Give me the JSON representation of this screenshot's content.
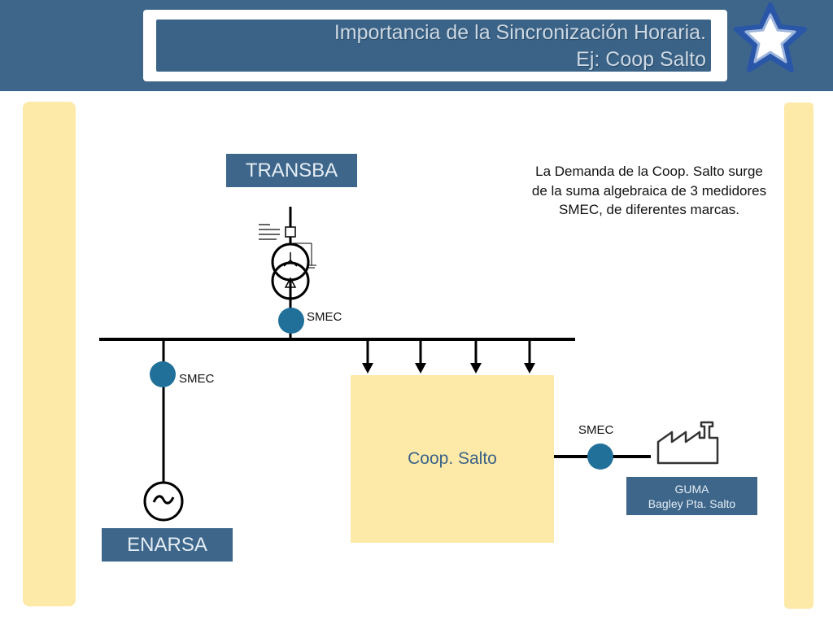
{
  "header": {
    "title_line1": "Importancia de la Sincronización Horaria.",
    "title_line2": "Ej: Coop Salto"
  },
  "diagram": {
    "transba_label": "TRANSBA",
    "enarsa_label": "ENARSA",
    "coop_label": "Coop. Salto",
    "guma_line1": "GUMA",
    "guma_line2": "Bagley Pta. Salto",
    "smec_top": "SMEC",
    "smec_left": "SMEC",
    "smec_right": "SMEC",
    "note": "La Demanda de la Coop. Salto surge de la suma algebraica de 3 medidores SMEC, de diferentes marcas."
  },
  "icons": [
    "logo-star-icon",
    "transformer-icon",
    "generator-icon",
    "factory-icon",
    "load-arrow-icon"
  ],
  "colors": {
    "header_blue": "#3d668a",
    "meter_blue": "#20709a",
    "sand": "#fde9a8"
  }
}
